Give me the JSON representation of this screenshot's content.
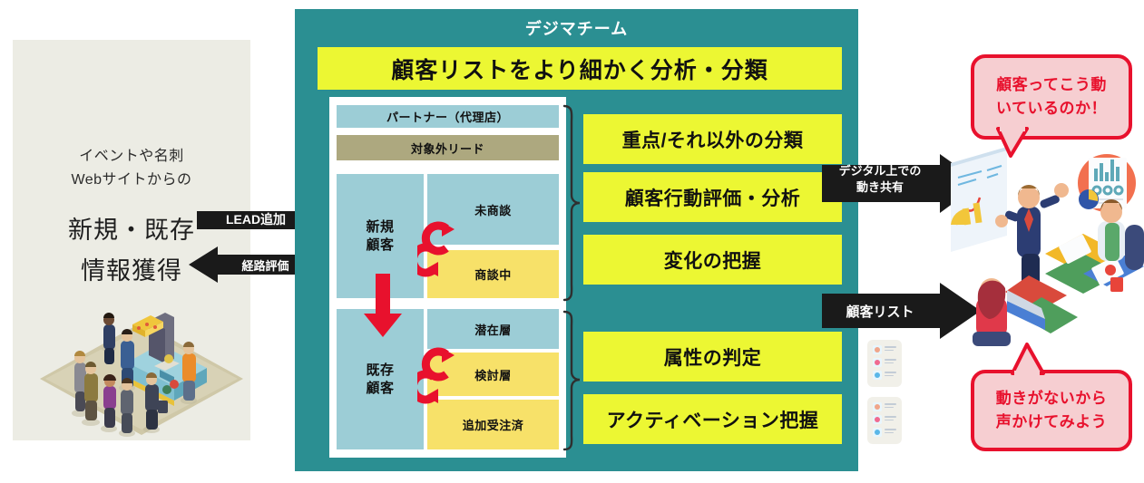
{
  "left": {
    "caption": "イベントや名刺\nWebサイトからの",
    "headline": "新規・既存\n情報獲得",
    "illustration": "exhibition-booth-illustration"
  },
  "center": {
    "team_title": "デジマチーム",
    "main_title": "顧客リストをより細かく分析・分類",
    "segments": {
      "partner": "パートナー（代理店）",
      "excluded_lead": "対象外リード",
      "new_customer": "新規\n顧客",
      "existing_customer": "既存\n顧客",
      "not_negotiated": "未商談",
      "in_negotiation": "商談中",
      "latent": "潜在層",
      "considering": "検討層",
      "additional_order": "追加受注済"
    },
    "actions": [
      "重点/それ以外の分類",
      "顧客行動評価・分析",
      "変化の把握",
      "属性の判定",
      "アクティベーション把握"
    ]
  },
  "arrows": {
    "lead_add": "LEAD追加",
    "route_eval": "経路評価",
    "digital_share": "デジタル上での\n動き共有",
    "customer_list": "顧客リスト"
  },
  "bubbles": [
    "顧客ってこう動\nいているのか！",
    "動きがないから\n声かけてみよう"
  ],
  "icons": {
    "contact_card": "contact-list-card-icon",
    "meeting": "team-meeting-illustration",
    "booth": "event-booth-illustration"
  },
  "colors": {
    "teal": "#2b8f92",
    "yellow": "#ecf733",
    "soft_yellow": "#f7e169",
    "light_blue": "#9ccdd6",
    "khaki": "#ada87f",
    "red": "#e8112d",
    "bubble_fill": "#f6ced1",
    "left_panel": "#ecece4",
    "black": "#111111"
  }
}
